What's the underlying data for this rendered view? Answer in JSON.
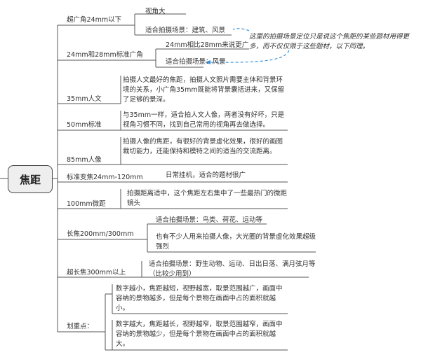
{
  "root": "焦距",
  "note": "这里的拍摄场景定位只是说这个焦距的某些题材用得更多，而不仅仅限于这些题材，以下同理。",
  "branches": [
    {
      "label": "超广角24mm以下",
      "children": [
        "视角大",
        "适合拍摄场景：建筑、风景"
      ]
    },
    {
      "label": "24mm和28mm标准广角",
      "children": [
        "24mm相比28mm来说更广",
        "适合拍摄场景：风景"
      ]
    },
    {
      "label": "35mm人文",
      "children": [
        "拍摄人文最好的焦距，拍摄人文照片需要主体和背景环境的关系，小广角35mm既能将背景囊括进来，又保留了足够的景深。"
      ]
    },
    {
      "label": "50mm标准",
      "children": [
        "与35mm一样，适合拍人文人像，两者没有好坏，只是视角习惯不同，找到自己常用的视角再去做选择。"
      ]
    },
    {
      "label": "85mm人像",
      "children": [
        "拍摄人像的焦距，有很好的背景虚化效果，很好的画图裁切能力，还能保持和模特之间的适当的交流距离。"
      ]
    },
    {
      "label": "标准变焦24mm-120mm",
      "children": [
        "日常挂机，适合的题材很广"
      ]
    },
    {
      "label": "100mm微距",
      "children": [
        "拍摄距离适中，这个焦距左右集中了一些最热门的微距镜头"
      ]
    },
    {
      "label": "长焦200mm/300mm",
      "children": [
        "适合拍摄场景：鸟类、荷花、运动等",
        "也有不少人用来拍摄人像，大光圈的背景虚化效果超级强烈"
      ]
    },
    {
      "label": "超长焦300mm以上",
      "children": [
        "适合拍摄场景：野生动物、运动、日出日落、满月弦月等（比较少用到）"
      ]
    },
    {
      "label": "划重点：",
      "children": [
        "数字越小，焦距越短，视野越宽，取景范围越广，画面中容纳的景物越多，但是每个景物在画面中占的面积就越小。",
        "数字越大，焦距越长，视野越窄，取景范围越窄，画面中容纳的景物越少，但是每个景物在画面中占的面积就越大。"
      ]
    }
  ]
}
